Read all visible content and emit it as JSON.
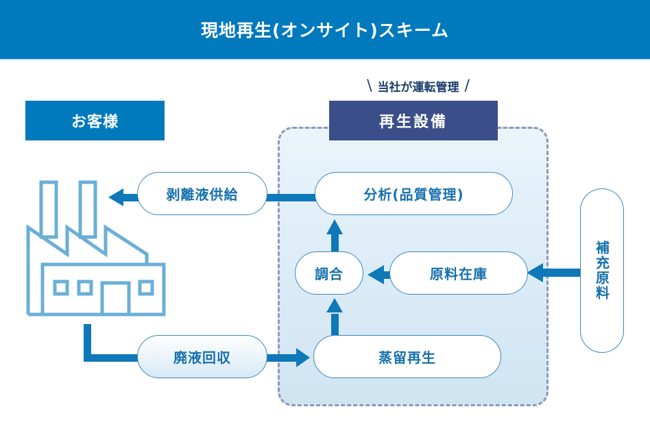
{
  "header": {
    "title": "現地再生(オンサイト)スキーム"
  },
  "customer": {
    "label": "お客様",
    "icon": "factory-icon"
  },
  "facility": {
    "note_prefix": "\\",
    "note": "当社が運転管理",
    "note_suffix": "/",
    "label": "再生設備"
  },
  "nodes": {
    "supply": "剥離液供給",
    "analysis": "分析(品質管理)",
    "blending": "調合",
    "inventory": "原料在庫",
    "distillation": "蒸留再生",
    "collection": "廃液回収",
    "replenish": "補充原料"
  },
  "flows": [
    {
      "from": "analysis",
      "to": "supply"
    },
    {
      "from": "supply",
      "to": "customer"
    },
    {
      "from": "customer",
      "to": "collection"
    },
    {
      "from": "collection",
      "to": "distillation"
    },
    {
      "from": "distillation",
      "to": "blending"
    },
    {
      "from": "inventory",
      "to": "blending"
    },
    {
      "from": "replenish",
      "to": "inventory"
    },
    {
      "from": "blending",
      "to": "analysis"
    }
  ],
  "colors": {
    "primary": "#0079bd",
    "facility": "#3a4f8a",
    "arrow": "#0f78b8",
    "factory_line": "#6aafd6",
    "text": "#1670ad",
    "dashed_border": "#8c97b8"
  }
}
